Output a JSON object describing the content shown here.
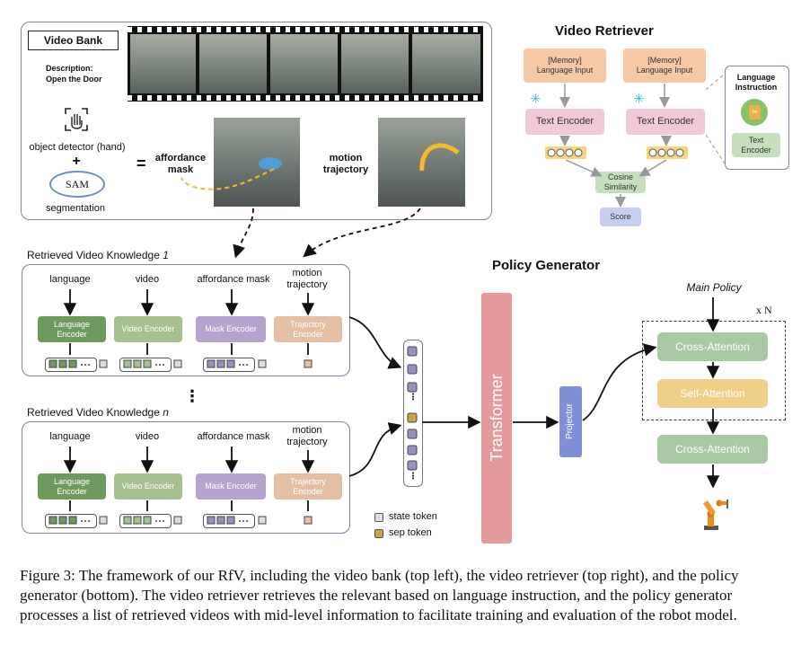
{
  "video_bank": {
    "title": "Video Bank",
    "description_label": "Description:",
    "description_value": "Open the Door",
    "object_detector": "object detector (hand)",
    "plus": "+",
    "sam": "SAM",
    "segmentation": "segmentation",
    "equals": "=",
    "affordance_mask": "affordance\nmask",
    "motion_trajectory": "motion\ntrajectory"
  },
  "video_retriever": {
    "title": "Video Retriever",
    "memory_input_1": "[Memory]\nLanguage Input",
    "memory_input_2": "[Memory]\nLanguage Input",
    "text_encoder_1": "Text Encoder",
    "text_encoder_2": "Text Encoder",
    "cosine": "Cosine\nSimilarity",
    "score": "Score",
    "lang_instruction_title": "Language\nInstruction",
    "lang_instruction_encoder": "Text\nEncoder",
    "txt_icon": "txt"
  },
  "knowledge_1": {
    "title": "Retrieved Video Knowledge ",
    "index": "1",
    "inputs": [
      "language",
      "video",
      "affordance mask",
      "motion\ntrajectory"
    ],
    "encoders": [
      "Language\nEncoder",
      "Video Encoder",
      "Mask Encoder",
      "Trajectory\nEncoder"
    ]
  },
  "knowledge_n": {
    "title": "Retrieved Video Knowledge ",
    "index": "n",
    "inputs": [
      "language",
      "video",
      "affordance mask",
      "motion\ntrajectory"
    ],
    "encoders": [
      "Language\nEncoder",
      "Video Encoder",
      "Mask Encoder",
      "Trajectory\nEncoder"
    ]
  },
  "dots_vertical": "⋮",
  "policy_generator": {
    "title": "Policy Generator",
    "transformer": "Transformer",
    "projector": "Projector",
    "main_policy": "Main Policy",
    "xn": "x N",
    "cross_attention_1": "Cross-Attention",
    "self_attention": "Self-Attention",
    "cross_attention_2": "Cross-Attention"
  },
  "legend": {
    "state_token": "state token",
    "sep_token": "sep token"
  },
  "colors": {
    "language_encoder": "#6f9a5d",
    "video_encoder": "#a7c08f",
    "mask_encoder": "#b6a3cf",
    "trajectory_encoder": "#e4bfa4",
    "transformer": "#e39a98",
    "projector": "#7f8fd8",
    "attention": "#a9c9a4",
    "self_attention": "#f0d089",
    "memory_input": "#f5c9a5",
    "text_encoder": "#f1c9d8",
    "cosine": "#c6e0bd",
    "score": "#c7cef0",
    "state_token": "#9a8fbe",
    "sep_token": "#c9a24c"
  },
  "caption": "Figure 3:  The framework of our RfV, including the video bank (top left), the video retriever (top right), and the policy generator (bottom). The video retriever retrieves the relevant based on language instruction, and the policy generator processes a list of retrieved videos with mid-level information to facilitate training and evaluation of the robot model."
}
